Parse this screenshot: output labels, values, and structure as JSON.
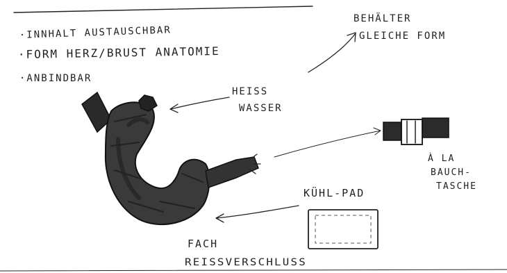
{
  "notes": {
    "items": [
      "·INNHALT AUSTAUSCHBAR",
      "·FORM HERZ/BRUST ANATOMIE",
      "·ANBINDBAR"
    ]
  },
  "labels": {
    "container_line1": "BEHÄLTER",
    "container_line2": "GLEICHE FORM",
    "hot_water_line1": "HEISS",
    "hot_water_line2": "WASSER",
    "belt_line1": "À LA",
    "belt_line2": "BAUCH-",
    "belt_line3": "TASCHE",
    "cool_pad": "KÜHL-PAD",
    "compartment_line1": "FACH",
    "compartment_line2": "REISSVERSCHLUSS"
  },
  "icons": {
    "body_shape": "heart-shaped-bag-icon",
    "buckle": "belt-buckle-icon",
    "pad": "cooling-pad-icon"
  }
}
